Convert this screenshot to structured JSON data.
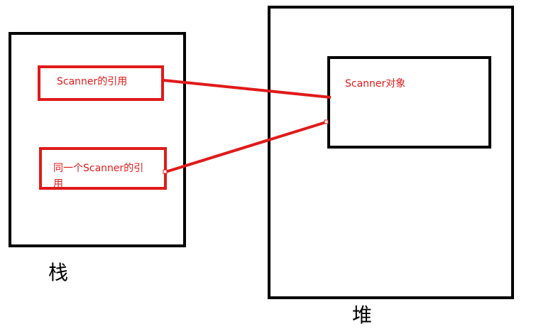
{
  "diagram": {
    "stack": {
      "label": "栈",
      "references": [
        {
          "text": "Scanner的引用"
        },
        {
          "text": "同一个Scanner的引用"
        }
      ]
    },
    "heap": {
      "label": "堆",
      "object": {
        "text": "Scanner对象"
      }
    },
    "connectors": [
      {
        "from": "reference-1",
        "to": "scanner-object"
      },
      {
        "from": "reference-2",
        "to": "scanner-object"
      }
    ],
    "colors": {
      "outline": "#000000",
      "accent": "#e01a1a",
      "background": "#ffffff"
    }
  }
}
